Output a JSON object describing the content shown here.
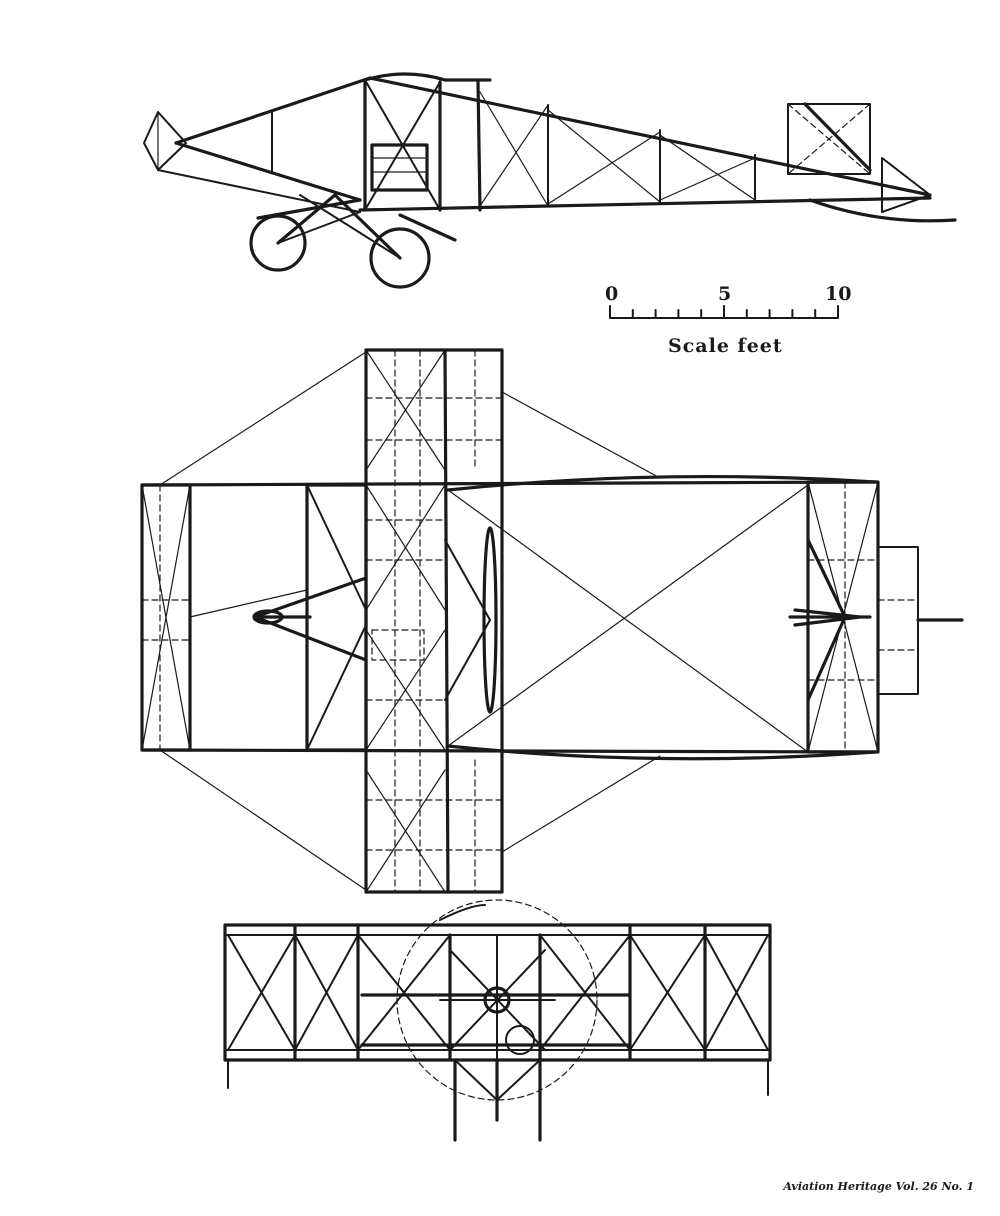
{
  "scale": {
    "labels": [
      "0",
      "5",
      "10"
    ],
    "caption": "Scale feet"
  },
  "credit": "Aviation Heritage  Vol. 26  No. 1"
}
